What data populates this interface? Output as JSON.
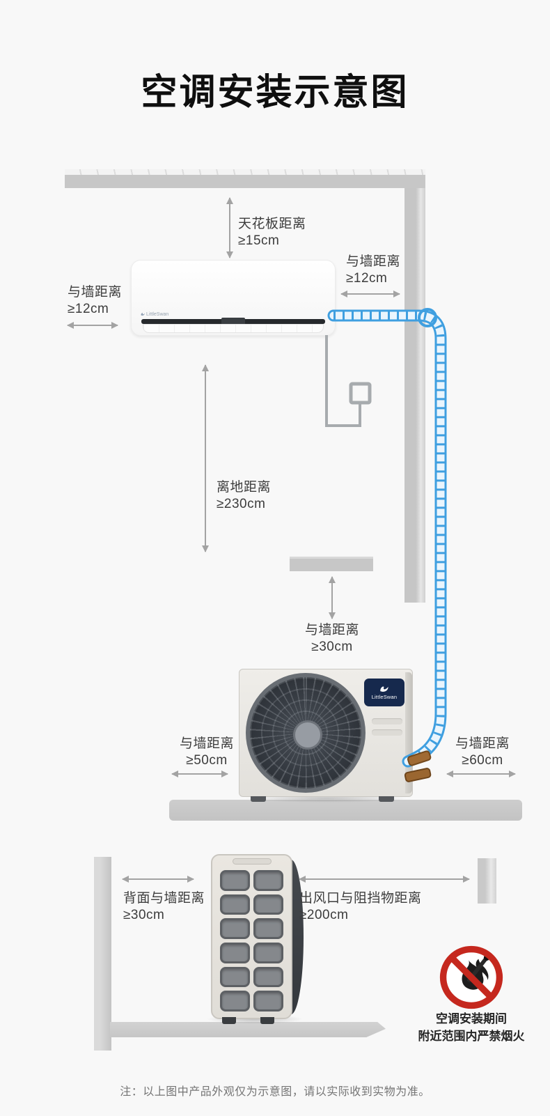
{
  "title": "空调安装示意图",
  "labels": {
    "ceiling": {
      "name": "天花板距离",
      "value": "≥15cm"
    },
    "indoor_right_wall": {
      "name": "与墙距离",
      "value": "≥12cm"
    },
    "indoor_left_wall": {
      "name": "与墙距离",
      "value": "≥12cm"
    },
    "floor_clearance": {
      "name": "离地距离",
      "value": "≥230cm"
    },
    "outdoor_top_wall": {
      "name": "与墙距离",
      "value": "≥30cm"
    },
    "outdoor_left_wall": {
      "name": "与墙距离",
      "value": "≥50cm"
    },
    "outdoor_right_wall": {
      "name": "与墙距离",
      "value": "≥60cm"
    },
    "outdoor_back_wall": {
      "name": "背面与墙距离",
      "value": "≥30cm"
    },
    "outdoor_outlet": {
      "name": "出风口与阻挡物距离",
      "value": "≥200cm"
    }
  },
  "warning": {
    "line1": "空调安装期间",
    "line2": "附近范围内严禁烟火"
  },
  "brand": {
    "indoor": "LittleSwan",
    "outdoor": "LittleSwan"
  },
  "note": "注：以上图中产品外观仅为示意图，请以实际收到实物为准。",
  "colors": {
    "pipe_blue": "#3f9fe0",
    "prohibition_red": "#c5281e",
    "wall_gray": "#c9c9c9",
    "label_text": "#3c3c3c",
    "badge_navy": "#16294d",
    "copper": "#a06a33"
  }
}
